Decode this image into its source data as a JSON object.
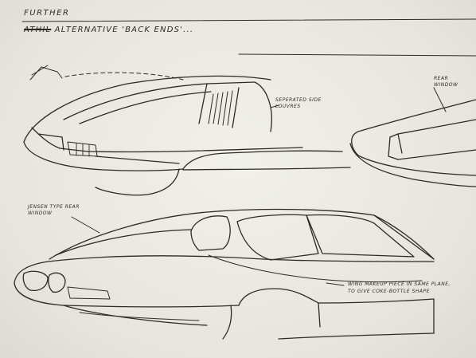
{
  "header": {
    "line1": "FURTHER",
    "line2_struck": "ATHIL",
    "line2_rest": "ALTERNATIVE 'BACK ENDS'..."
  },
  "annotations": {
    "side_window": "SEPERATED SIDE LOUVRES",
    "rear_window": "REAR WINDOW",
    "reflex_window": "JENSEN TYPE REAR WINDOW",
    "wing_note": "WING MAKEUP PIECE IN SAME PLANE, TO GIVE COKE-BOTTLE SHAPE"
  },
  "colors": {
    "paper": "#e9e8e1",
    "ink": "#2e2b27"
  }
}
